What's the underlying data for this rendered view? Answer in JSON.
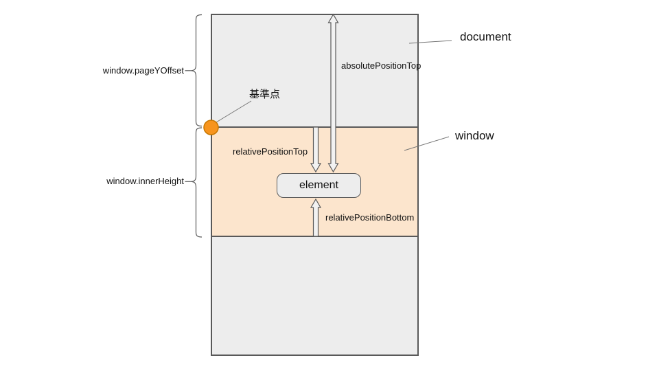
{
  "diagram": {
    "title_context": "scroll-position-diagram",
    "labels": {
      "document": "document",
      "window": "window",
      "element": "element",
      "reference_point": "基準点",
      "page_y_offset": "window.pageYOffset",
      "inner_height": "window.innerHeight",
      "absolute_position_top": "absolutePositionTop",
      "relative_position_top": "relativePositionTop",
      "relative_position_bottom": "relativePositionBottom"
    },
    "colors": {
      "document_fill": "#ededed",
      "window_fill": "#fce5cd",
      "element_fill": "#ededed",
      "outline": "#595959",
      "leader_line": "#757575",
      "arrow_fill": "#f2f2f2",
      "reference_dot_fill": "#f7941d",
      "reference_dot_stroke": "#c77700"
    }
  }
}
